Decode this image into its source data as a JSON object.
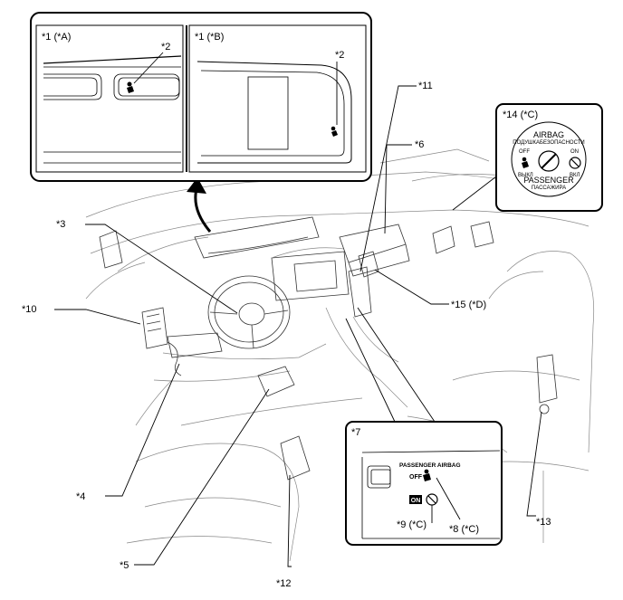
{
  "callouts": {
    "c1": "*1",
    "c2": "*2",
    "c3": "*3",
    "c4": "*4",
    "c5": "*5",
    "c6": "*6",
    "c7": "*7",
    "c8": "*8 (*C)",
    "c9": "*9 (*C)",
    "c10": "*10",
    "c11": "*11",
    "c12": "*12",
    "c13": "*13",
    "c14": "*14 (*C)",
    "c15": "*15 (*D)"
  },
  "inset_top": {
    "panel_a_title": "*1 (*A)",
    "panel_b_title": "*1 (*B)",
    "panel_a_mark": "*2",
    "panel_b_mark": "*2"
  },
  "inset_switch": {
    "title": "*14 (*C)",
    "airbag": "AIRBAG",
    "airbag_ru": "ПОДУШКАБЕЗОПАСНОСТИ",
    "off": "OFF",
    "on": "ON",
    "off_ru": "ВЫКЛ",
    "on_ru": "ВКЛ",
    "passenger": "PASSENGER",
    "passenger_ru": "ПАССАЖИРА"
  },
  "inset_indicator": {
    "title": "*7",
    "heading": "PASSENGER AIRBAG",
    "off": "OFF",
    "on": "ON"
  }
}
